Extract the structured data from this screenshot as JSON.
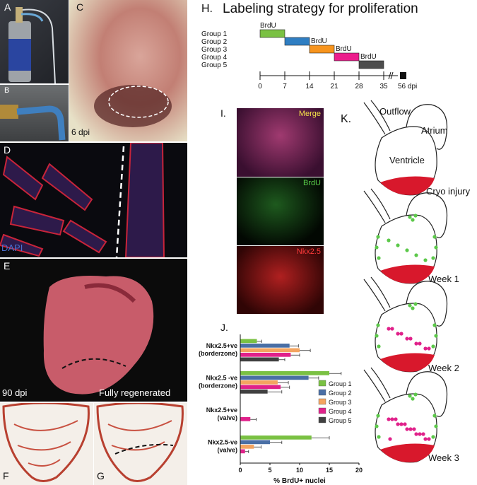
{
  "labels": {
    "A": "A",
    "B": "B",
    "C": "C",
    "D": "D",
    "E": "E",
    "F": "F",
    "G": "G",
    "H": "H.",
    "I": "I.",
    "J": "J.",
    "K": "K."
  },
  "panel_c": {
    "dpi": "6 dpi"
  },
  "panel_d": {
    "stain": "DAPI"
  },
  "panel_e": {
    "dpi": "90 dpi",
    "caption": "Fully regenerated"
  },
  "panel_h": {
    "title": "Labeling strategy for proliferation",
    "groups": [
      {
        "name": "Group 1",
        "start": 0,
        "end": 7,
        "label": "BrdU",
        "color": "#7ac143"
      },
      {
        "name": "Group 2",
        "start": 7,
        "end": 14,
        "label": "BrdU",
        "color": "#2f7ec2"
      },
      {
        "name": "Group 3",
        "start": 14,
        "end": 21,
        "label": "BrdU",
        "color": "#f7941d"
      },
      {
        "name": "Group 4",
        "start": 21,
        "end": 28,
        "label": "BrdU",
        "color": "#ec1d8c"
      },
      {
        "name": "Group 5",
        "start": 28,
        "end": 35,
        "label": "",
        "color": "#4d4d4d"
      }
    ],
    "ticks": [
      "0",
      "7",
      "14",
      "21",
      "28",
      "35"
    ],
    "end_tick": "56 dpi"
  },
  "panel_i": {
    "channels": [
      "Merge",
      "BrdU",
      "Nkx2.5"
    ]
  },
  "panel_k": {
    "labels": {
      "outflow": "Outflow",
      "atrium": "Atrium",
      "ventricle": "Ventricle",
      "injury": "Cryo injury"
    },
    "weeks": [
      "Week 1",
      "Week 2",
      "Week 3"
    ]
  },
  "chart_data": {
    "type": "bar",
    "orientation": "horizontal",
    "categories": [
      "Nkx2.5+ve\n(borderzone)",
      "Nkx2.5 -ve\n(borderzone)",
      "Nkx2.5+ve\n(valve)",
      "Nkx2.5-ve\n(valve)"
    ],
    "category_lines": [
      [
        "Nkx2.5+ve",
        "(borderzone)"
      ],
      [
        "Nkx2.5 -ve",
        "(borderzone)"
      ],
      [
        "Nkx2.5+ve",
        "(valve)"
      ],
      [
        "Nkx2.5-ve",
        "(valve)"
      ]
    ],
    "series": [
      {
        "name": "Group 1",
        "color": "#7ac143",
        "values": [
          2.8,
          15.0,
          0,
          12.0
        ],
        "errors": [
          0.8,
          2.0,
          0,
          3.0
        ]
      },
      {
        "name": "Group 2",
        "color": "#4a6fa5",
        "values": [
          8.3,
          11.5,
          0,
          5.0
        ],
        "errors": [
          1.5,
          1.7,
          0,
          2.0
        ]
      },
      {
        "name": "Group 3",
        "color": "#f4a460",
        "values": [
          10.0,
          6.3,
          0,
          2.3
        ],
        "errors": [
          1.8,
          1.8,
          0,
          1.2
        ]
      },
      {
        "name": "Group 4",
        "color": "#e0218a",
        "values": [
          8.5,
          6.8,
          1.7,
          0.8
        ],
        "errors": [
          1.5,
          1.5,
          1.0,
          0.6
        ]
      },
      {
        "name": "Group 5",
        "color": "#404040",
        "values": [
          6.5,
          4.6,
          0,
          0
        ],
        "errors": [
          1.0,
          2.4,
          0,
          0
        ]
      }
    ],
    "xlabel": "% BrdU+ nuclei",
    "xticks": [
      "0",
      "5",
      "10",
      "15",
      "20"
    ],
    "xlim": [
      0,
      20
    ],
    "legend": "right"
  }
}
